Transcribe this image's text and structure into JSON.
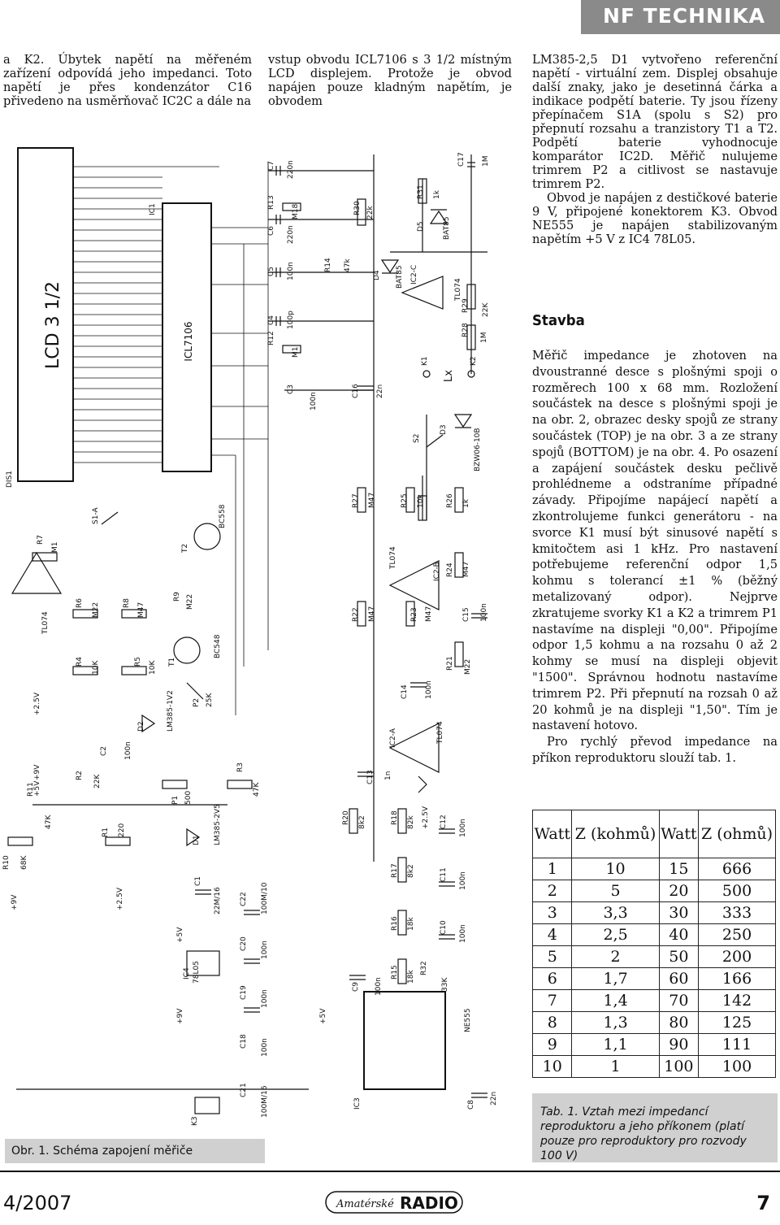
{
  "header": {
    "section": "NF TECHNIKA"
  },
  "col1": {
    "text": "a K2. Úbytek napětí na měřeném zařízení odpovídá jeho impedanci. Toto napětí je přes kondenzátor C16 přivedeno na usměrňovač IC2C a dále na"
  },
  "col2": {
    "text": "vstup obvodu ICL7106 s 3 1/2 místným LCD displejem. Protože je obvod napájen pouze kladným napětím, je obvodem"
  },
  "col3": {
    "p1": "LM385-2,5 D1 vytvořeno referenční napětí - virtuální zem. Displej obsahuje další znaky, jako je desetinná čárka a indikace podpětí baterie. Ty jsou řízeny přepínačem S1A (spolu s S2) pro přepnutí rozsahu a tranzistory T1 a T2. Podpětí baterie vyhodnocuje komparátor IC2D. Měřič nulujeme trimrem P2 a citlivost se nastavuje trimrem P2.",
    "p2": "Obvod je napájen z destičkové baterie 9 V, připojené konektorem K3. Obvod NE555 je napájen stabilizovaným napětím +5 V z IC4 78L05."
  },
  "stavba": {
    "heading": "Stavba",
    "p1": "Měřič impedance je zhotoven na dvoustranné desce s plošnými spoji o rozměrech 100 x 68 mm. Rozložení součástek na desce s plošnými spoji je na obr. 2, obrazec desky spojů ze strany součástek (TOP) je na obr. 3 a ze strany spojů (BOTTOM) je na obr. 4. Po osazení a zapájení součástek desku pečlivě prohlédneme a odstraníme případné závady. Připojíme napájecí napětí a zkontrolujeme funkci generátoru - na svorce K1 musí být sinusové napětí s kmitočtem asi 1 kHz. Pro nastavení potřebujeme referenční odpor 1,5 kohmu s tolerancí ±1 % (běžný metalizovaný odpor). Nejprve zkratujeme svorky K1 a K2 a trimrem P1 nastavíme na displeji \"0,00\". Připojíme odpor 1,5 kohmu a na rozsahu 0 až 2 kohmy se musí na displeji objevit \"1500\". Správnou hodnotu nastavíme trimrem P2. Při přepnutí na rozsah 0 až 20 kohmů je na displeji \"1,50\". Tím je nastavení hotovo.",
    "p2": "Pro rychlý převod impedance na příkon reproduktoru slouží tab. 1."
  },
  "figure": {
    "caption": "Obr. 1. Schéma zapojení měřiče",
    "lcd_title": "LCD 3 1/2",
    "labels": {
      "dis1": "DIS1",
      "ic1": "IC1",
      "icl": "ICL7106",
      "r7": "R7",
      "m1": "M1",
      "tl074": "TL074",
      "r6": "R6",
      "m22": "M22",
      "r4": "R4",
      "k10": "10K",
      "r8": "R8",
      "m47": "M47",
      "r5": "R5",
      "r9": "R9",
      "t1": "T1",
      "bc548": "BC548",
      "t2": "T2",
      "bc558": "BC558",
      "s1a": "S1-A",
      "d2": "D2",
      "lm12": "LM385-1V2",
      "p2": "P2",
      "k25": "25K",
      "c2": "C2",
      "n100": "100n",
      "r2": "R2",
      "k22": "22K",
      "r11": "R11",
      "k47": "47K",
      "r10": "R10",
      "k68": "68K",
      "r1": "R1",
      "v220": "220",
      "p1": "P1",
      "v500": "500",
      "d1": "D1",
      "lm25": "LM385-2V5",
      "r3": "R3",
      "c1": "C1",
      "u2216": "22M/16",
      "c22": "C22",
      "u10010": "100M/10",
      "c20": "C20",
      "c19": "C19",
      "c18": "C18",
      "c21": "C21",
      "u10016": "100M/16",
      "ic4": "IC4",
      "l05": "78L05",
      "k3": "K3",
      "v9": "+9V",
      "v5": "+5V",
      "v25": "+2.5V",
      "c7": "C7",
      "n220": "220n",
      "r13": "R13",
      "m18": "M18",
      "c6": "C6",
      "c5": "C5",
      "c4": "C4",
      "p100": "100p",
      "r12": "R12",
      "c3": "C3",
      "r14": "R14",
      "k47b": "47k",
      "r30": "R30",
      "k22b": "22k",
      "d4": "D4",
      "bat85": "BAT85",
      "ic2c": "IC2-C",
      "r31": "R31",
      "k1v": "1k",
      "d5": "D5",
      "c17": "C17",
      "m1v": "1M",
      "r29": "R29",
      "r28": "R28",
      "c16": "C16",
      "n22": "22n",
      "k1": "K1",
      "k2": "K2",
      "lx": "Lx",
      "s2": "S2",
      "d3": "D3",
      "bzw": "BZW06-10B",
      "r27": "R27",
      "r25": "R25",
      "k10b": "10k",
      "r26": "R26",
      "ic2b": "IC2-B",
      "r24": "R24",
      "r22": "R22",
      "r23": "R23",
      "r21": "R21",
      "c15": "C15",
      "c14": "C14",
      "ic2a": "IC2-A",
      "c13": "C13",
      "n1": "1n",
      "r20": "R20",
      "k82b": "8k2",
      "r18": "R18",
      "k82": "82k",
      "c12": "C12",
      "r17": "R17",
      "c11": "C11",
      "r16": "R16",
      "k18": "18k",
      "c10": "C10",
      "r15": "R15",
      "r32": "R32",
      "k33": "33K",
      "c9": "C9",
      "ne555": "NE555",
      "ic3": "IC3",
      "c8": "C8"
    }
  },
  "table": {
    "headers": [
      "Watt",
      "Z (kohmů)",
      "Watt",
      "Z (ohmů)"
    ],
    "rows": [
      [
        "1",
        "10",
        "15",
        "666"
      ],
      [
        "2",
        "5",
        "20",
        "500"
      ],
      [
        "3",
        "3,3",
        "30",
        "333"
      ],
      [
        "4",
        "2,5",
        "40",
        "250"
      ],
      [
        "5",
        "2",
        "50",
        "200"
      ],
      [
        "6",
        "1,7",
        "60",
        "166"
      ],
      [
        "7",
        "1,4",
        "70",
        "142"
      ],
      [
        "8",
        "1,3",
        "80",
        "125"
      ],
      [
        "9",
        "1,1",
        "90",
        "111"
      ],
      [
        "10",
        "1",
        "100",
        "100"
      ]
    ],
    "caption": "Tab. 1. Vztah mezi impedancí reproduktoru a jeho příkonem (platí pouze pro reproduktory pro rozvody 100 V)"
  },
  "footer": {
    "issue": "4/2007",
    "page": "7",
    "logo": "Amatérské RADIO"
  }
}
